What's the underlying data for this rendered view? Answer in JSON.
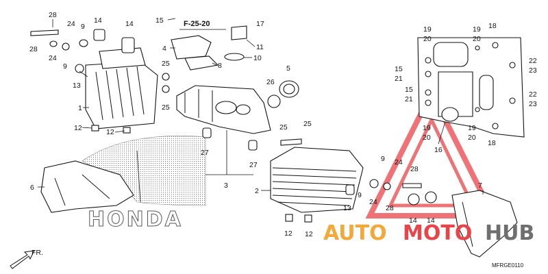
{
  "diagram": {
    "reference": "F-25-20",
    "code": "MFRGE0110",
    "direction_label": "FR.",
    "logo_text": "HONDA",
    "watermark": {
      "part1": "AUTO",
      "part2": "MOTO",
      "part3": "HUB",
      "colors": {
        "orange": "#f2a93b",
        "red": "#e8454a",
        "gray": "#6f6f6f"
      }
    },
    "callouts": [
      "28",
      "14",
      "24",
      "9",
      "28",
      "24",
      "9",
      "14",
      "13",
      "25",
      "25",
      "1",
      "12",
      "12",
      "15",
      "17",
      "4",
      "11",
      "10",
      "8",
      "5",
      "26",
      "25",
      "25",
      "27",
      "27",
      "3",
      "2",
      "9",
      "24",
      "28",
      "13",
      "9",
      "24",
      "28",
      "14",
      "14",
      "12",
      "12",
      "6",
      "7",
      "16",
      "19",
      "20",
      "19",
      "20",
      "18",
      "15",
      "21",
      "22",
      "23",
      "15",
      "21",
      "22",
      "23",
      "19",
      "20",
      "19",
      "20",
      "18"
    ]
  }
}
